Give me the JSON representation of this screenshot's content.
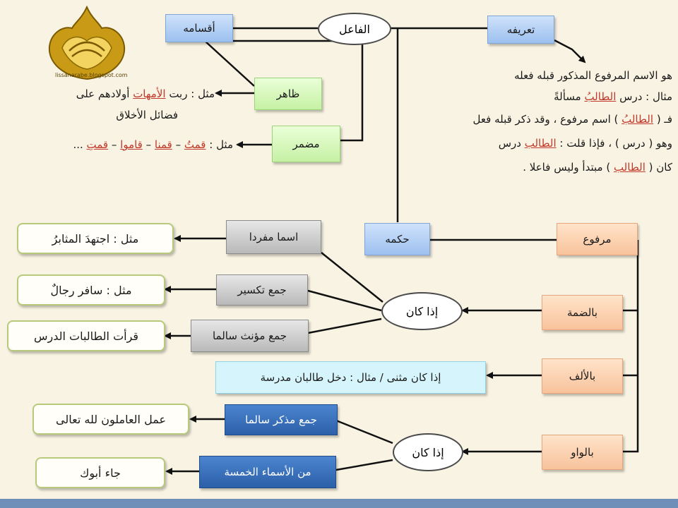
{
  "logo": {
    "url": "lissanarabe.blogspot.com"
  },
  "nodes": {
    "fa3il": "الفاعل",
    "aqsamuh": "أقسامه",
    "ta3rifuh": "تعريفه",
    "zahir": "ظاهر",
    "mudmar": "مضمر",
    "hukmuh": "حكمه",
    "marfu3": "مرفوع",
    "ism_mufrad": "اسما مفردا",
    "jam3_taksir": "جمع تكسير",
    "jam3_muannath": "جمع مؤنث سالما",
    "idha_kana_1": "إذا كان",
    "bil_damma": "بالضمة",
    "bil_alif": "بالألف",
    "bil_waw": "بالواو",
    "jam3_mudhakkar": "جمع مذكر سالما",
    "asma_khamsa": "من الأسماء الخمسة",
    "idha_kana_2": "إذا كان"
  },
  "examples": {
    "zahir_ex": {
      "prefix": "مثل : ربت ",
      "word": "الأمهات",
      "suffix": " أولادهم على",
      "line2": "فضائل الأخلاق"
    },
    "mudmar_ex": {
      "prefix": "مثل : ",
      "w1": "قمتُ",
      "sep1": " – ",
      "w2": "قمنا",
      "sep2": " – ",
      "w3": "قاموا",
      "sep3": " – ",
      "w4": "قمتِ",
      "suffix": " ..."
    },
    "mufrad_ex": "مثل : اجتهدَ المثابرُ",
    "taksir_ex": "مثل : سافر رجالٌ",
    "muannath_ex": "قرأت الطالبات الدرس",
    "alif_ex": "إذا كان مثنى / مثال : دخل طالبان مدرسة",
    "mudhakkar_ex": "عمل العاملون لله تعالى",
    "khamsa_ex": "جاء أبوك"
  },
  "definition": {
    "l1": "هو الاسم المرفوع المذكور قبله فعله",
    "l2": {
      "prefix": "مثال : درس ",
      "word": "الطالبُ",
      "suffix": " مسألةً"
    },
    "l3": {
      "prefix": "فـ ( ",
      "word": "الطالبُ",
      "suffix": " ) اسم مرفوع ، وقد ذكر قبله فعل"
    },
    "l4": {
      "prefix": "وهو ( درس ) ، فإذا قلت : ",
      "word": "الطالب",
      "suffix": " درس"
    },
    "l5": {
      "prefix": "كان ( ",
      "word": "الطالب",
      "suffix": " ) مبتدأ وليس فاعلا ."
    }
  }
}
